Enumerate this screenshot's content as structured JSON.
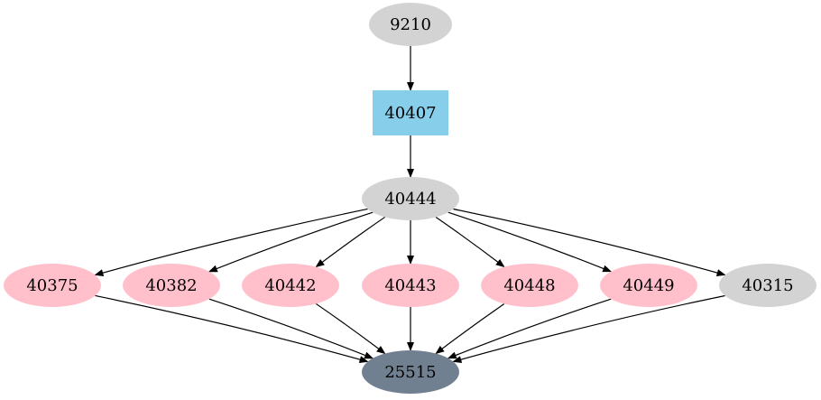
{
  "colors": {
    "default": "#d3d3d3",
    "pink": "#ffc0cb",
    "blue": "#87ceeb",
    "slate": "#708090",
    "edge": "#000000"
  },
  "nodes": [
    {
      "id": "n9210",
      "label": "9210",
      "shape": "ellipse",
      "color": "default"
    },
    {
      "id": "n40407",
      "label": "40407",
      "shape": "box",
      "color": "blue"
    },
    {
      "id": "n40444",
      "label": "40444",
      "shape": "ellipse",
      "color": "default"
    },
    {
      "id": "n40375",
      "label": "40375",
      "shape": "ellipse",
      "color": "pink"
    },
    {
      "id": "n40382",
      "label": "40382",
      "shape": "ellipse",
      "color": "pink"
    },
    {
      "id": "n40442",
      "label": "40442",
      "shape": "ellipse",
      "color": "pink"
    },
    {
      "id": "n40443",
      "label": "40443",
      "shape": "ellipse",
      "color": "pink"
    },
    {
      "id": "n40448",
      "label": "40448",
      "shape": "ellipse",
      "color": "pink"
    },
    {
      "id": "n40449",
      "label": "40449",
      "shape": "ellipse",
      "color": "pink"
    },
    {
      "id": "n40315",
      "label": "40315",
      "shape": "ellipse",
      "color": "default"
    },
    {
      "id": "n25515",
      "label": "25515",
      "shape": "ellipse",
      "color": "slate"
    }
  ],
  "edges": [
    {
      "from": "n9210",
      "to": "n40407"
    },
    {
      "from": "n40407",
      "to": "n40444"
    },
    {
      "from": "n40444",
      "to": "n40375"
    },
    {
      "from": "n40444",
      "to": "n40382"
    },
    {
      "from": "n40444",
      "to": "n40442"
    },
    {
      "from": "n40444",
      "to": "n40443"
    },
    {
      "from": "n40444",
      "to": "n40448"
    },
    {
      "from": "n40444",
      "to": "n40449"
    },
    {
      "from": "n40444",
      "to": "n40315"
    },
    {
      "from": "n40375",
      "to": "n25515"
    },
    {
      "from": "n40382",
      "to": "n25515"
    },
    {
      "from": "n40442",
      "to": "n25515"
    },
    {
      "from": "n40443",
      "to": "n25515"
    },
    {
      "from": "n40448",
      "to": "n25515"
    },
    {
      "from": "n40449",
      "to": "n25515"
    },
    {
      "from": "n40315",
      "to": "n25515"
    }
  ]
}
